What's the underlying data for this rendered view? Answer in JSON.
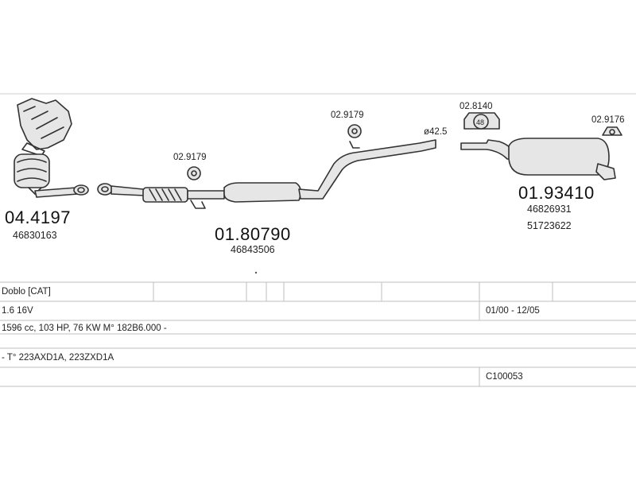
{
  "parts": {
    "manifold": {
      "part_no": "04.4197",
      "oem": "46830163"
    },
    "middle": {
      "part_no": "01.80790",
      "oem": "46843506"
    },
    "rear": {
      "part_no": "01.93410",
      "oem": [
        "46826931",
        "51723622"
      ]
    }
  },
  "clamps": {
    "front_hanger": "02.9179",
    "mid_hanger": "02.9179",
    "rubber_mount": "02.8140",
    "rubber_mount_size": "48",
    "tail_hanger": "02.9176"
  },
  "pipe_diameter": "ø42.5",
  "vehicle": {
    "model": "Doblo  [CAT]",
    "engine": "1.6 16V",
    "years": "01/00 - 12/05",
    "specs": "1596 cc, 103 HP, 76 KW  M° 182B6.000 -",
    "types": "- T° 223AXD1A, 223ZXD1A",
    "catalog_code": "C100053"
  },
  "colors": {
    "line": "#333333",
    "grid": "#bfbfbf",
    "text": "#1a1a1a"
  }
}
